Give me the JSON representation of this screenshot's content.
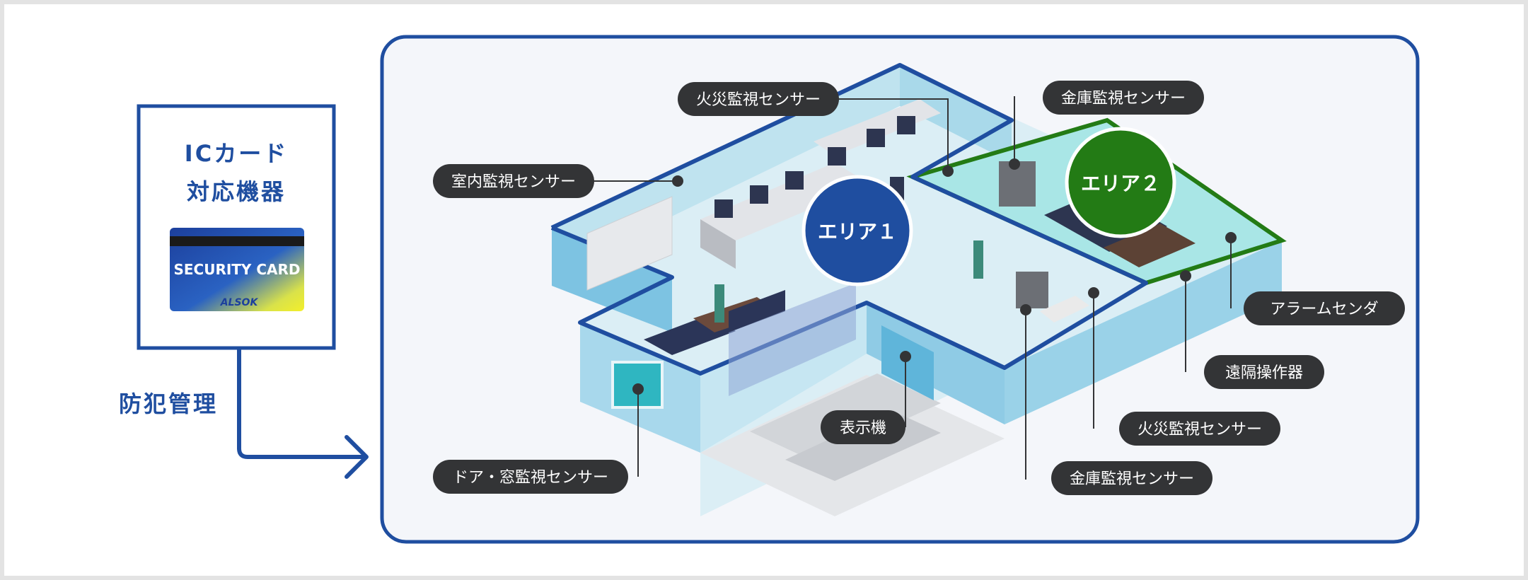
{
  "ic_box": {
    "title_line1": "ICカード",
    "title_line2": "対応機器",
    "card_text": "SECURITY CARD",
    "card_brand": "ALSOK"
  },
  "flow_label": "防犯管理",
  "areas": {
    "area1": "エリア１",
    "area2": "エリア２"
  },
  "sensors": {
    "fire_top": "火災監視センサー",
    "safe_top": "金庫監視センサー",
    "indoor": "室内監視センサー",
    "alarm": "アラームセンダ",
    "remote": "遠隔操作器",
    "fire_bottom": "火災監視センサー",
    "safe_bottom": "金庫監視センサー",
    "display": "表示機",
    "door_window": "ドア・窓監視センサー"
  },
  "colors": {
    "brand_blue": "#1f4ea0",
    "area2_green": "#237b15",
    "pill": "#333436"
  }
}
